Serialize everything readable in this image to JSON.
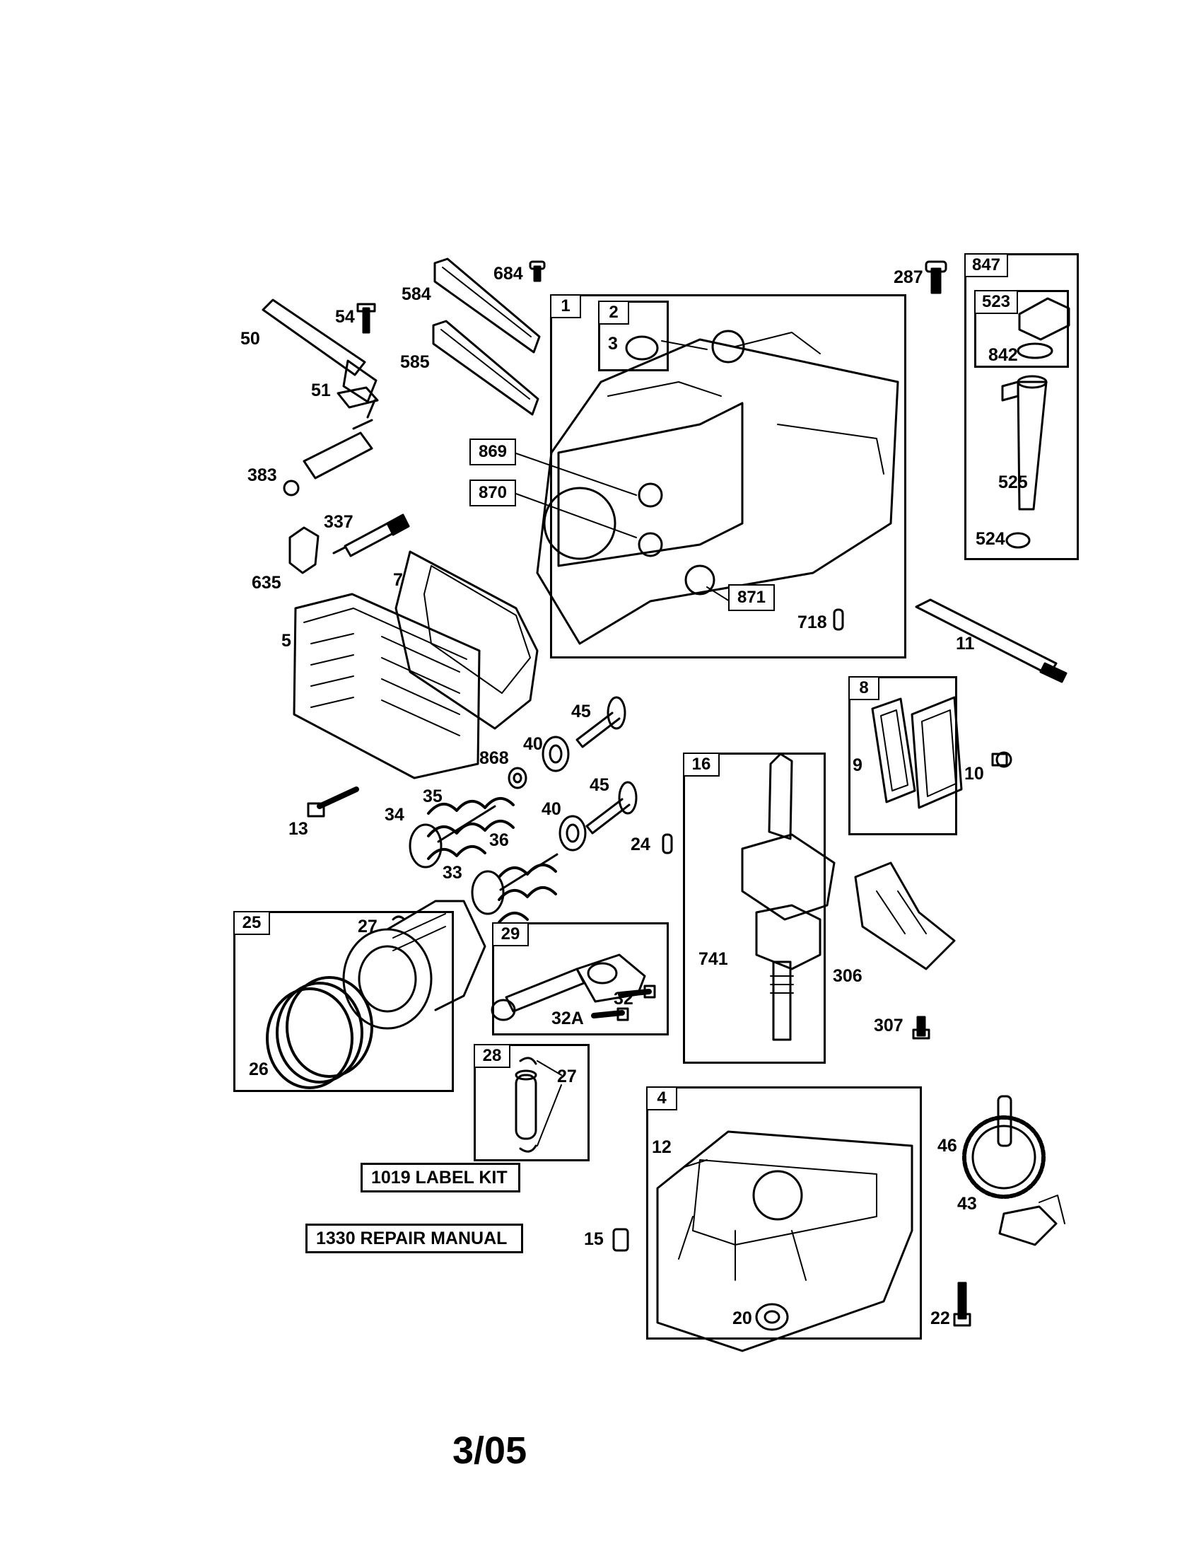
{
  "footer": {
    "date": "3/05"
  },
  "kits": {
    "label_kit": "1019 LABEL KIT",
    "repair_manual": "1330 REPAIR MANUAL"
  },
  "groups": {
    "g1": "1",
    "g2": "2",
    "g847": "847",
    "g523": "523",
    "g8": "8",
    "g16": "16",
    "g25": "25",
    "g29": "29",
    "g28": "28",
    "g4": "4",
    "b869": "869",
    "b870": "870",
    "b871": "871"
  },
  "parts": {
    "p684": "684",
    "p584": "584",
    "p585": "585",
    "p54": "54",
    "p50": "50",
    "p51": "51",
    "p383": "383",
    "p337": "337",
    "p635": "635",
    "p7": "7",
    "p5": "5",
    "p3": "3",
    "p718": "718",
    "p287": "287",
    "p842": "842",
    "p525": "525",
    "p524": "524",
    "p11": "11",
    "p45a": "45",
    "p40a": "40",
    "p868": "868",
    "p45b": "45",
    "p40b": "40",
    "p35": "35",
    "p34": "34",
    "p13": "13",
    "p36": "36",
    "p33": "33",
    "p24": "24",
    "p9": "9",
    "p10": "10",
    "p741": "741",
    "p306": "306",
    "p307": "307",
    "p27a": "27",
    "p26": "26",
    "p32": "32",
    "p32a": "32A",
    "p27b": "27",
    "p12": "12",
    "p46": "46",
    "p43": "43",
    "p15": "15",
    "p20": "20",
    "p22": "22"
  }
}
